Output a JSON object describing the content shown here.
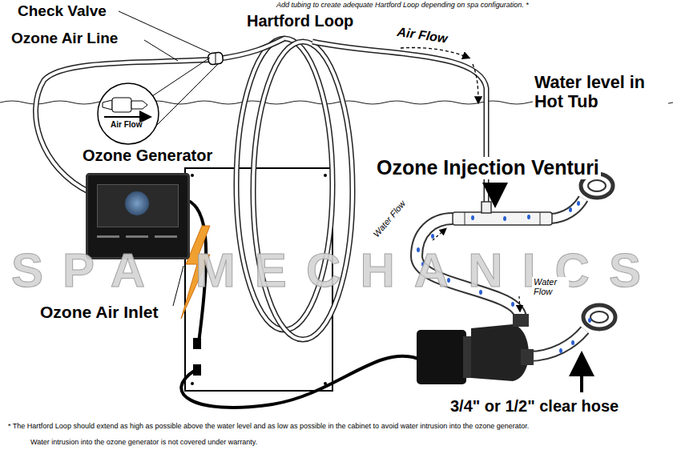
{
  "diagram": {
    "nodes": [
      {
        "text": [
          "Ozone Generator"
        ]
      }
    ],
    "labels": [
      "Check Valve",
      "Ozone Air Line",
      "Add tubing to create adequate Hartford Loop depending on spa configuration. *",
      "Hartford Loop",
      "Air Flow",
      "Air Flow",
      "Water level in Hot Tub",
      "Ozone Injection Venturi",
      "SPA MECHANICS",
      "Water Flow",
      "Water Flow",
      "Ozone Air Inlet",
      "3/4\" or 1/2\" clear hose",
      "* The Hartford Loop should extend as high as possible above the water level and as low as possible in the cabinet to avoid water intrusion into the ozone generator.",
      "Water intrusion into the ozone generator is not covered under warranty."
    ]
  }
}
